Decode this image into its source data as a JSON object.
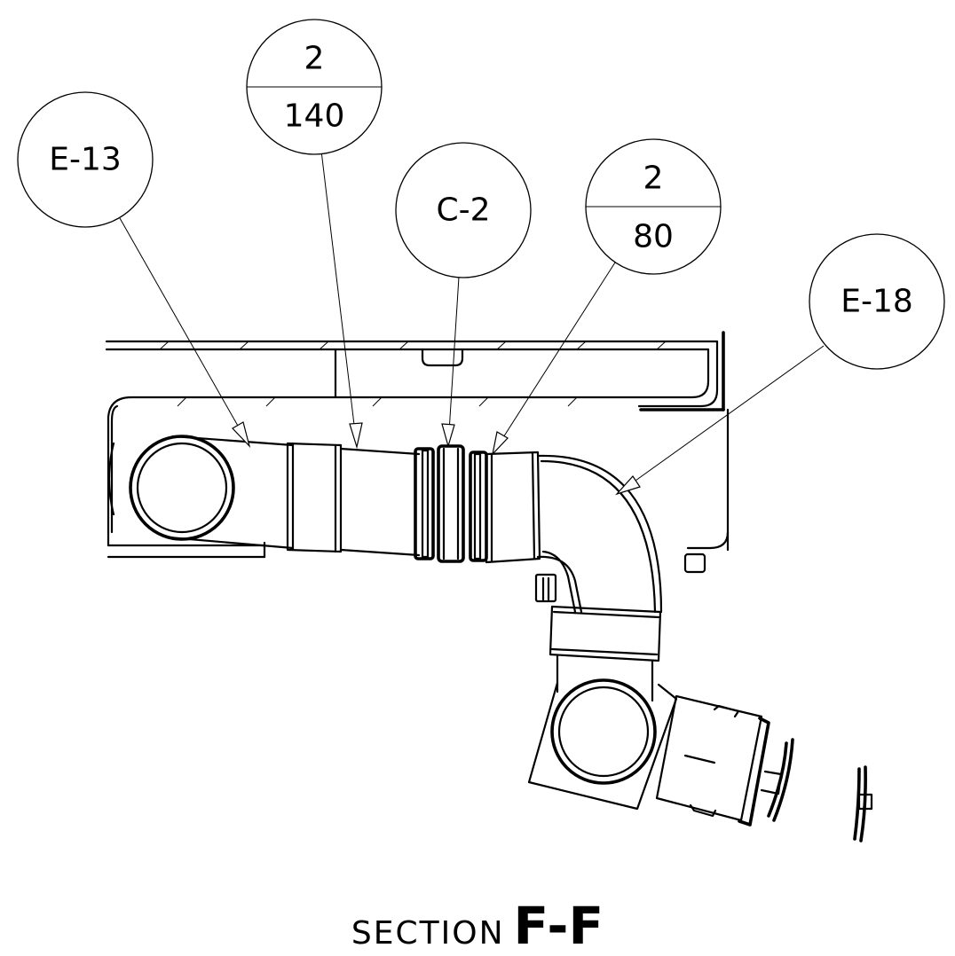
{
  "callouts": {
    "e13": "E-13",
    "qty_140": {
      "top": "2",
      "bottom": "140"
    },
    "c2": "C-2",
    "qty_80": {
      "top": "2",
      "bottom": "80"
    },
    "e18": "E-18"
  },
  "section": {
    "word": "SECTION",
    "id": "F-F"
  }
}
